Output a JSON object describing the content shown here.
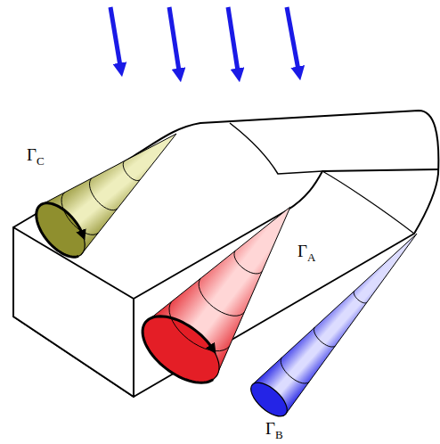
{
  "diagram": {
    "labels": [
      "ΓC",
      "ΓA",
      "ΓB"
    ]
  }
}
